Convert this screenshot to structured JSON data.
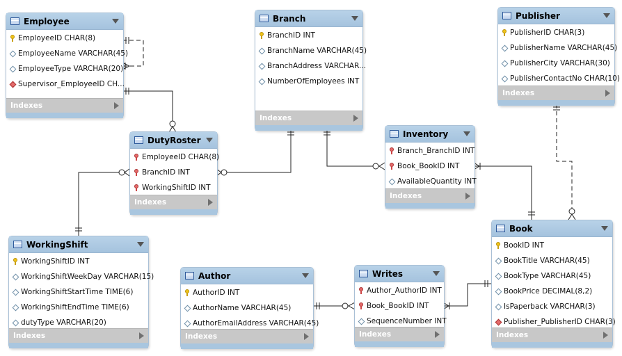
{
  "entities": [
    {
      "id": "employee",
      "title": "Employee",
      "columns": [
        {
          "label": "EmployeeID CHAR(8)",
          "icon": "pk"
        },
        {
          "label": "EmployeeName VARCHAR(45)",
          "icon": "col"
        },
        {
          "label": "EmployeeType VARCHAR(20)",
          "icon": "col"
        },
        {
          "label": "Supervisor_EmployeeID CH...",
          "icon": "fk"
        }
      ],
      "indexes_label": "Indexes"
    },
    {
      "id": "branch",
      "title": "Branch",
      "columns": [
        {
          "label": "BranchID INT",
          "icon": "pk"
        },
        {
          "label": "BranchName VARCHAR(45)",
          "icon": "col"
        },
        {
          "label": "BranchAddress VARCHAR...",
          "icon": "col"
        },
        {
          "label": "NumberOfEmployees INT",
          "icon": "col"
        }
      ],
      "indexes_label": "Indexes"
    },
    {
      "id": "publisher",
      "title": "Publisher",
      "columns": [
        {
          "label": "PublisherID CHAR(3)",
          "icon": "pk"
        },
        {
          "label": "PublisherName VARCHAR(45)",
          "icon": "col"
        },
        {
          "label": "PublisherCity VARCHAR(30)",
          "icon": "col"
        },
        {
          "label": "PublisherContactNo CHAR(10)",
          "icon": "col"
        }
      ],
      "indexes_label": "Indexes"
    },
    {
      "id": "dutyroster",
      "title": "DutyRoster",
      "columns": [
        {
          "label": "EmployeeID CHAR(8)",
          "icon": "pkfk"
        },
        {
          "label": "BranchID INT",
          "icon": "pkfk"
        },
        {
          "label": "WorkingShiftID INT",
          "icon": "pkfk"
        }
      ],
      "indexes_label": "Indexes"
    },
    {
      "id": "inventory",
      "title": "Inventory",
      "columns": [
        {
          "label": "Branch_BranchID INT",
          "icon": "pkfk"
        },
        {
          "label": "Book_BookID INT",
          "icon": "pkfk"
        },
        {
          "label": "AvailableQuantity INT",
          "icon": "col"
        }
      ],
      "indexes_label": "Indexes"
    },
    {
      "id": "book",
      "title": "Book",
      "columns": [
        {
          "label": "BookID INT",
          "icon": "pk"
        },
        {
          "label": "BookTitle VARCHAR(45)",
          "icon": "col"
        },
        {
          "label": "BookType VARCHAR(45)",
          "icon": "col"
        },
        {
          "label": "BookPrice DECIMAL(8,2)",
          "icon": "col"
        },
        {
          "label": "IsPaperback VARCHAR(3)",
          "icon": "col"
        },
        {
          "label": "Publisher_PublisherID CHAR(3)",
          "icon": "fk"
        }
      ],
      "indexes_label": "Indexes"
    },
    {
      "id": "workingshift",
      "title": "WorkingShift",
      "columns": [
        {
          "label": "WorkingShiftID INT",
          "icon": "pk"
        },
        {
          "label": "WorkingShiftWeekDay VARCHAR(15)",
          "icon": "col"
        },
        {
          "label": "WorkingShiftStartTime TIME(6)",
          "icon": "col"
        },
        {
          "label": "WorkingShiftEndTime TIME(6)",
          "icon": "col"
        },
        {
          "label": "dutyType VARCHAR(20)",
          "icon": "col"
        }
      ],
      "indexes_label": "Indexes"
    },
    {
      "id": "author",
      "title": "Author",
      "columns": [
        {
          "label": "AuthorID INT",
          "icon": "pk"
        },
        {
          "label": "AuthorName VARCHAR(45)",
          "icon": "col"
        },
        {
          "label": "AuthorEmailAddress VARCHAR(45)",
          "icon": "col"
        }
      ],
      "indexes_label": "Indexes"
    },
    {
      "id": "writes",
      "title": "Writes",
      "columns": [
        {
          "label": "Author_AuthorID INT",
          "icon": "pkfk"
        },
        {
          "label": "Book_BookID INT",
          "icon": "pkfk"
        },
        {
          "label": "SequenceNumber INT",
          "icon": "col"
        }
      ],
      "indexes_label": "Indexes"
    }
  ],
  "relationships": [
    {
      "id": "employee-self",
      "from": "employee",
      "to": "employee",
      "style": "dashed"
    },
    {
      "id": "employee-dutyroster",
      "from": "employee",
      "to": "dutyroster",
      "style": "solid"
    },
    {
      "id": "branch-dutyroster",
      "from": "branch",
      "to": "dutyroster",
      "style": "solid"
    },
    {
      "id": "workingshift-dutyroster",
      "from": "workingshift",
      "to": "dutyroster",
      "style": "solid"
    },
    {
      "id": "branch-inventory",
      "from": "branch",
      "to": "inventory",
      "style": "solid"
    },
    {
      "id": "book-inventory",
      "from": "book",
      "to": "inventory",
      "style": "solid"
    },
    {
      "id": "publisher-book",
      "from": "publisher",
      "to": "book",
      "style": "dashed"
    },
    {
      "id": "author-writes",
      "from": "author",
      "to": "writes",
      "style": "solid"
    },
    {
      "id": "book-writes",
      "from": "book",
      "to": "writes",
      "style": "solid"
    }
  ],
  "colors": {
    "header": "#a5c3de",
    "indexes_bar": "#c8c8c8",
    "line": "#222222"
  },
  "icons": {
    "table": "table-icon",
    "primary_key": "primary-key-icon",
    "foreign_key": "foreign-key-icon",
    "column": "column-diamond-icon"
  }
}
